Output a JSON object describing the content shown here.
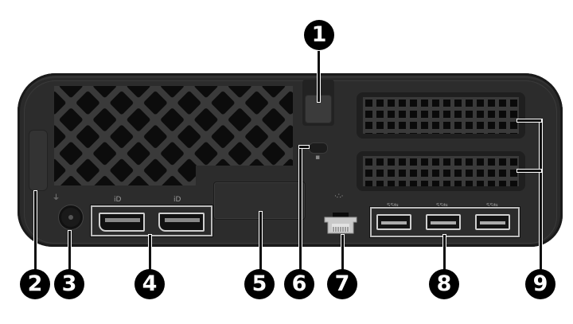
{
  "figure": {
    "subject": "Computer rear panel components",
    "port_icons": {
      "power": "⏚",
      "displayport": "D",
      "network": "⋯",
      "usb_superspeed": "SS",
      "lock": "🔒"
    }
  },
  "callouts": [
    {
      "number": "1",
      "target": "power-supply-release-latch"
    },
    {
      "number": "2",
      "target": "side-access-panel-tab"
    },
    {
      "number": "3",
      "target": "power-connector"
    },
    {
      "number": "4",
      "target": "displayport-ports"
    },
    {
      "number": "5",
      "target": "optional-port-cover"
    },
    {
      "number": "6",
      "target": "security-cable-slot"
    },
    {
      "number": "7",
      "target": "rj45-network-jack"
    },
    {
      "number": "8",
      "target": "usb-superspeed-ports"
    },
    {
      "number": "9",
      "target": "expansion-vents"
    }
  ],
  "labels": {
    "dp": "iD",
    "usb": "SS⇆",
    "net": "·∴·"
  },
  "colors": {
    "chassis": "#2a2a2a",
    "badge": "#000000",
    "outline": "#bbbbbb"
  }
}
